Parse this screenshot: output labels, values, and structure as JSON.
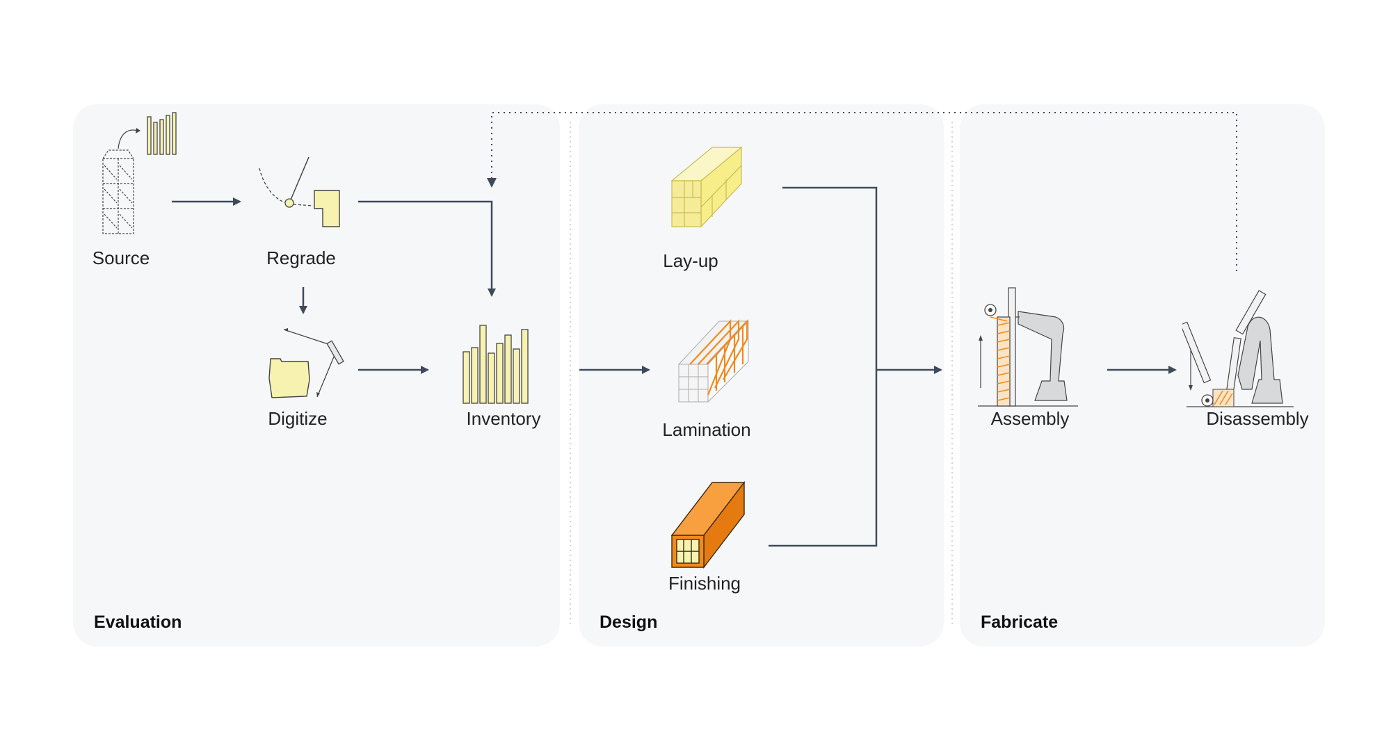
{
  "stages": {
    "evaluation": "Evaluation",
    "design": "Design",
    "fabricate": "Fabricate"
  },
  "nodes": {
    "source": "Source",
    "regrade": "Regrade",
    "digitize": "Digitize",
    "inventory": "Inventory",
    "layup": "Lay-up",
    "lamination": "Lamination",
    "finishing": "Finishing",
    "assembly": "Assembly",
    "disassembly": "Disassembly"
  },
  "colors": {
    "panel": "#f6f7f9",
    "arrow": "#3e4a5a",
    "pale_yellow": "#f7f2b0",
    "orange": "#f08a1c",
    "gray": "#d8d9db"
  }
}
